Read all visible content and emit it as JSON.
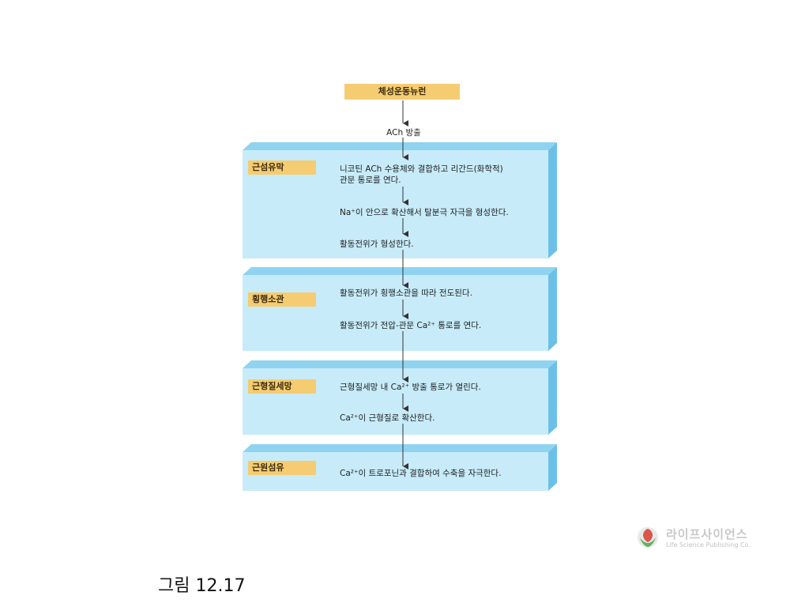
{
  "top_box": "체성운동뉴런",
  "ach_release": "ACh 방출",
  "panels": [
    {
      "tag": "근섬유막",
      "steps": [
        "니코틴 ACh 수용체와 결합하고 리간드(화학적)",
        "관문 통로를 연다.",
        "Na⁺이 안으로 확산해서 탈분극 자극을 형성한다.",
        "활동전위가 형성한다."
      ]
    },
    {
      "tag": "횡행소관",
      "steps": [
        "활동전위가 횡행소관을 따라 전도된다.",
        "활동전위가 전압-관문 Ca²⁺ 통로를 연다."
      ]
    },
    {
      "tag": "근형질세망",
      "steps": [
        "근형질세망 내 Ca²⁺ 방출 통로가 열린다.",
        "Ca²⁺이 근형질로 확산한다."
      ]
    },
    {
      "tag": "근원섬유",
      "steps": [
        "Ca²⁺이 트로포닌과 결합하여 수축을 자극한다."
      ]
    }
  ],
  "figure_label": "그림 12.17",
  "logo": {
    "name": "라이프사이언스",
    "subtitle": "Life Science Publishing Co."
  },
  "colors": {
    "panel_front": "#c7ebf9",
    "panel_top": "#8fd3f1",
    "panel_side": "#6cc0e8",
    "tag": "#f6cc72"
  }
}
